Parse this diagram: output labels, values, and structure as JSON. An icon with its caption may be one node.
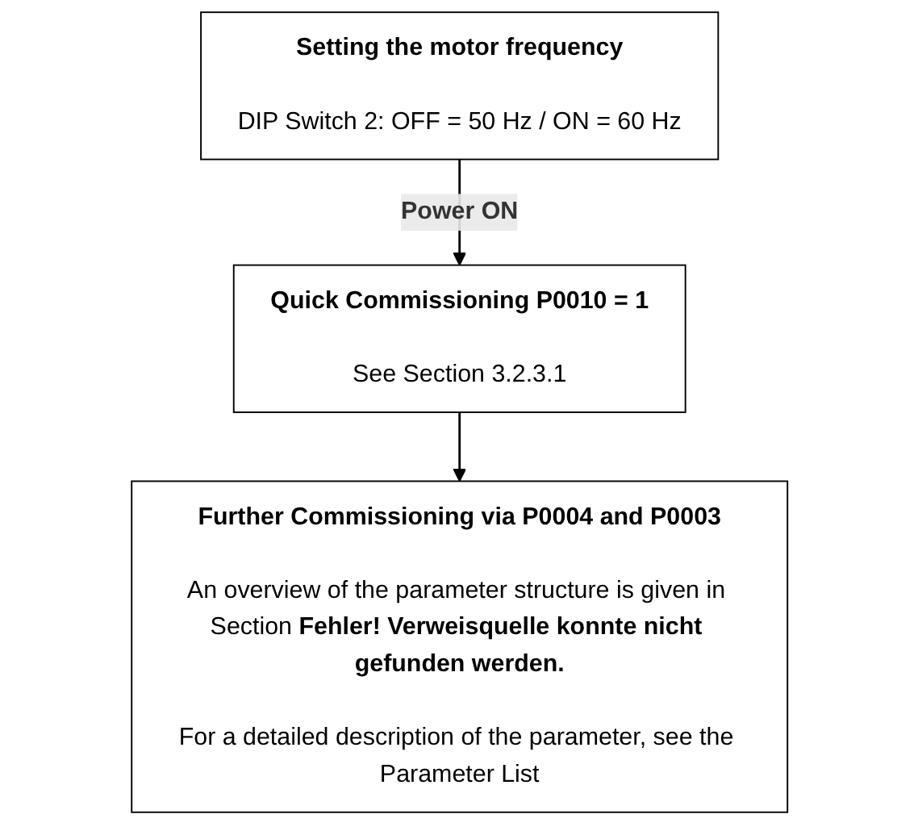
{
  "diagram": {
    "nodes": [
      {
        "text": [
          "Setting the motor frequency",
          "DIP Switch 2: OFF = 50 Hz / ON = 60 Hz"
        ]
      },
      {
        "text": [
          "Quick Commissioning P0010 = 1",
          "See Section 3.2.3.1"
        ]
      },
      {
        "text": [
          "Further Commissioning via P0004 and P0003",
          "An overview of the parameter structure is given in Section **Fehler! Verweisquelle konnte nicht gefunden werden.**",
          "For a detailed description of the parameter, see the Parameter List"
        ]
      }
    ],
    "edges": [
      {
        "from": 0,
        "to": 1,
        "arrow": "to",
        "label": "Power ON"
      },
      {
        "from": 1,
        "to": 2,
        "arrow": "to"
      }
    ]
  }
}
